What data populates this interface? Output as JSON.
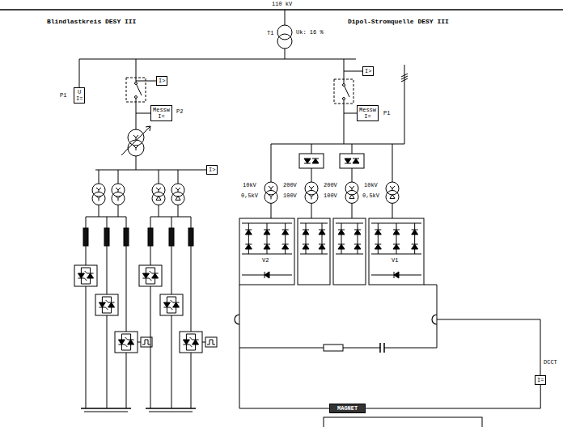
{
  "diagram": {
    "nodes": [
      {
        "text": [
          "I>"
        ]
      },
      {
        "text": [
          "I>"
        ]
      },
      {
        "text": [
          "U",
          "I="
        ]
      },
      {
        "text": [
          "Messw",
          "I="
        ]
      },
      {
        "text": [
          "Messw",
          "I="
        ]
      },
      {
        "text": [
          "I>"
        ]
      },
      {
        "text": [
          "I="
        ]
      },
      {
        "text": [
          "MAGNET"
        ]
      }
    ],
    "edges": [
      {
        "from": 7,
        "to": 6,
        "arrow": "none"
      }
    ],
    "labels": [
      "110 kV",
      "Blindlastkreis DESY III",
      "T1",
      "Uk: 16 %",
      "Dipol-Stromquelle DESY III",
      "P1",
      "P2",
      "P1",
      "10kV",
      "0,5kV",
      "200V",
      "100V",
      "200V",
      "100V",
      "10kV",
      "0,5kV",
      "V2",
      "V1",
      "DCCT"
    ]
  }
}
